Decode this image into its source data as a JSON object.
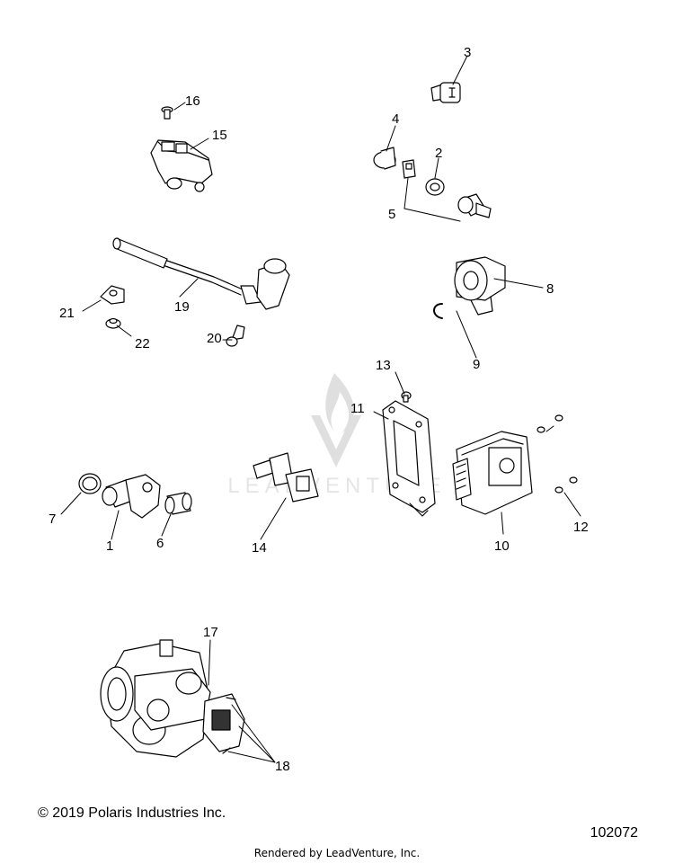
{
  "callouts": {
    "c1": "1",
    "c2": "2",
    "c3": "3",
    "c4": "4",
    "c5": "5",
    "c6": "6",
    "c7": "7",
    "c8": "8",
    "c9": "9",
    "c10": "10",
    "c11": "11",
    "c12": "12",
    "c13": "13",
    "c14": "14",
    "c15": "15",
    "c16": "16",
    "c17": "17",
    "c18": "18",
    "c19": "19",
    "c20": "20",
    "c21": "21",
    "c22": "22"
  },
  "watermark": "LEADVENTURE",
  "footer": {
    "copyright": "© 2019 Polaris Industries Inc.",
    "figure_number": "102072",
    "rendered_by": "Rendered by LeadVenture, Inc."
  }
}
